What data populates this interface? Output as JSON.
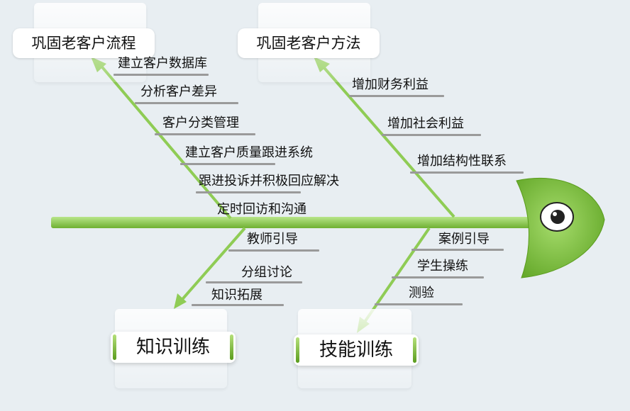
{
  "colors": {
    "bone": "#8fcc55",
    "bone_dark": "#5a9c1d",
    "head": "#86c84a",
    "underline": "#9a9a9a"
  },
  "categories": {
    "top_left": {
      "label": "巩固老客户流程",
      "items": [
        "建立客户数据库",
        "分析客户差异",
        "客户分类管理",
        "建立客户质量跟进系统",
        "跟进投诉并积极回应解决",
        "定时回访和沟通"
      ]
    },
    "top_right": {
      "label": "巩固老客户方法",
      "items": [
        "增加财务利益",
        "增加社会利益",
        "增加结构性联系"
      ]
    },
    "bottom_left": {
      "label": "知识训练",
      "items": [
        "教师引导",
        "分组讨论",
        "知识拓展"
      ]
    },
    "bottom_right": {
      "label": "技能训练",
      "items": [
        "案例引导",
        "学生操练",
        "测验"
      ]
    }
  }
}
